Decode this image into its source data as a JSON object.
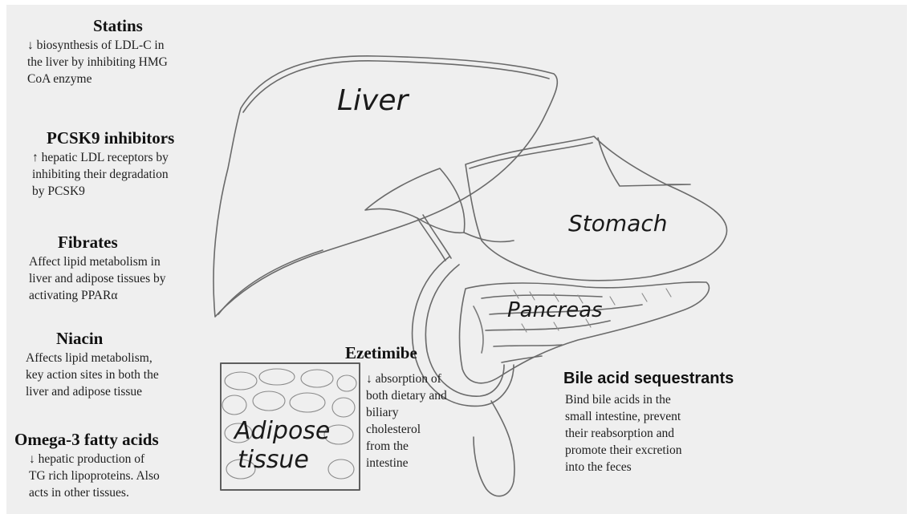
{
  "organs": {
    "liver": "Liver",
    "stomach": "Stomach",
    "pancreas": "Pancreas",
    "adipose_line1": "Adipose",
    "adipose_line2": "tissue"
  },
  "drugs": {
    "statins": {
      "name": "Statins",
      "lines": [
        "↓ biosynthesis of LDL-C in",
        "the liver by inhibiting  HMG",
        "CoA enzyme"
      ]
    },
    "pcsk9": {
      "name": "PCSK9 inhibitors",
      "lines": [
        "↑ hepatic LDL receptors by",
        "inhibiting their degradation",
        "by PCSK9"
      ]
    },
    "fibrates": {
      "name": "Fibrates",
      "lines": [
        "Affect lipid metabolism in",
        "liver and adipose tissues by",
        "activating PPARα"
      ]
    },
    "niacin": {
      "name": "Niacin",
      "lines": [
        "Affects lipid metabolism,",
        "key action sites in both the",
        "liver and adipose tissue"
      ]
    },
    "omega3": {
      "name": "Omega-3 fatty acids",
      "lines": [
        "↓ hepatic production of",
        "TG rich lipoproteins. Also",
        "acts in other tissues."
      ]
    },
    "ezetimibe": {
      "name": "Ezetimibe",
      "lines": [
        "↓ absorption of",
        "both dietary and",
        "biliary",
        "cholesterol",
        "from the",
        "intestine"
      ]
    },
    "bile": {
      "name": "Bile acid sequestrants",
      "lines": [
        "Bind bile acids in the",
        "small intestine, prevent",
        "their reabsorption and",
        "promote their excretion",
        "into the feces"
      ]
    }
  }
}
